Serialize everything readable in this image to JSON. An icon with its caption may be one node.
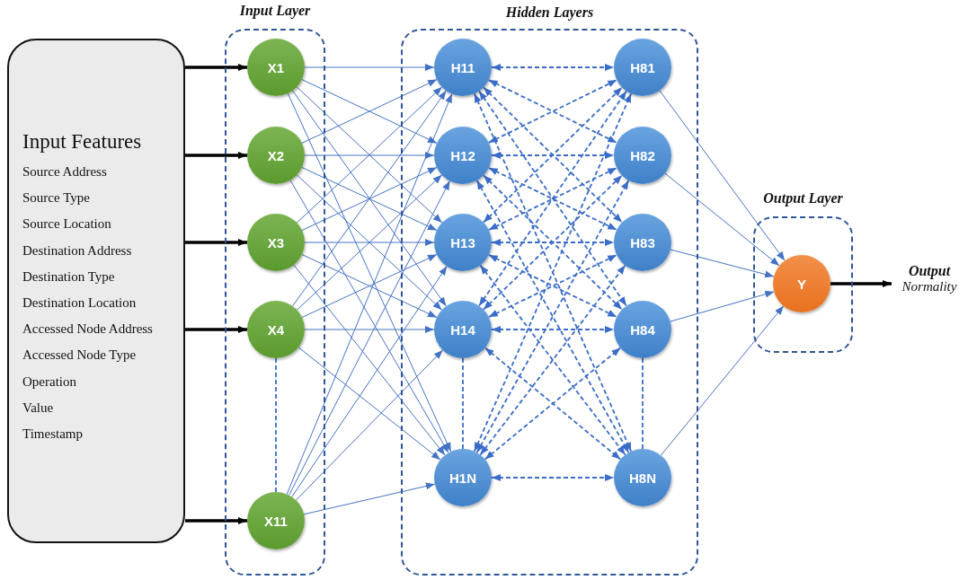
{
  "diagram": {
    "nodes": [
      {
        "text": [
          "Input Features",
          "Source Address",
          "Source Type",
          "Source Location",
          "Destination Address",
          "Destination Type",
          "Destination Location",
          "Accessed Node Address",
          "Accessed Node Type",
          "Operation",
          "Value",
          "Timestamp"
        ]
      },
      {
        "text": [
          "Input Layer"
        ]
      },
      {
        "text": [
          "X1"
        ],
        "in": 1
      },
      {
        "text": [
          "X2"
        ],
        "in": 1
      },
      {
        "text": [
          "X3"
        ],
        "in": 1
      },
      {
        "text": [
          "X4"
        ],
        "in": 1
      },
      {
        "text": [
          "X11"
        ],
        "in": 1
      },
      {
        "text": [
          "Hidden Layers"
        ]
      },
      {
        "text": [
          "H11"
        ],
        "in": 7
      },
      {
        "text": [
          "H12"
        ],
        "in": 7
      },
      {
        "text": [
          "H13"
        ],
        "in": 7
      },
      {
        "text": [
          "H14"
        ],
        "in": 7
      },
      {
        "text": [
          "H1N"
        ],
        "in": 7
      },
      {
        "text": [
          "H81"
        ],
        "in": 7
      },
      {
        "text": [
          "H82"
        ],
        "in": 7
      },
      {
        "text": [
          "H83"
        ],
        "in": 7
      },
      {
        "text": [
          "H84"
        ],
        "in": 7
      },
      {
        "text": [
          "H8N"
        ],
        "in": 7
      },
      {
        "text": [
          "Output Layer"
        ]
      },
      {
        "text": [
          "Y"
        ],
        "in": 18
      },
      {
        "text": [
          "Output",
          "Normality"
        ]
      }
    ],
    "edges": [
      {
        "from": 0,
        "to": 2,
        "arrow": "to",
        "style": "thick",
        "color": "#000000"
      },
      {
        "from": 0,
        "to": 3,
        "arrow": "to",
        "style": "thick",
        "color": "#000000"
      },
      {
        "from": 0,
        "to": 4,
        "arrow": "to",
        "style": "thick",
        "color": "#000000"
      },
      {
        "from": 0,
        "to": 5,
        "arrow": "to",
        "style": "thick",
        "color": "#000000"
      },
      {
        "from": 0,
        "to": 6,
        "arrow": "to",
        "style": "thick",
        "color": "#000000"
      },
      {
        "from": 5,
        "to": 6,
        "arrow": "none",
        "style": "dashed"
      },
      {
        "from": 2,
        "to": 8,
        "arrow": "to"
      },
      {
        "from": 2,
        "to": 9,
        "arrow": "to"
      },
      {
        "from": 2,
        "to": 10,
        "arrow": "to"
      },
      {
        "from": 2,
        "to": 11,
        "arrow": "to"
      },
      {
        "from": 2,
        "to": 12,
        "arrow": "to"
      },
      {
        "from": 3,
        "to": 8,
        "arrow": "to"
      },
      {
        "from": 3,
        "to": 9,
        "arrow": "to"
      },
      {
        "from": 3,
        "to": 10,
        "arrow": "to"
      },
      {
        "from": 3,
        "to": 11,
        "arrow": "to"
      },
      {
        "from": 3,
        "to": 12,
        "arrow": "to"
      },
      {
        "from": 4,
        "to": 8,
        "arrow": "to"
      },
      {
        "from": 4,
        "to": 9,
        "arrow": "to"
      },
      {
        "from": 4,
        "to": 10,
        "arrow": "to"
      },
      {
        "from": 4,
        "to": 11,
        "arrow": "to"
      },
      {
        "from": 4,
        "to": 12,
        "arrow": "to"
      },
      {
        "from": 5,
        "to": 8,
        "arrow": "to"
      },
      {
        "from": 5,
        "to": 9,
        "arrow": "to"
      },
      {
        "from": 5,
        "to": 10,
        "arrow": "to"
      },
      {
        "from": 5,
        "to": 11,
        "arrow": "to"
      },
      {
        "from": 5,
        "to": 12,
        "arrow": "to"
      },
      {
        "from": 6,
        "to": 8,
        "arrow": "to"
      },
      {
        "from": 6,
        "to": 9,
        "arrow": "to"
      },
      {
        "from": 6,
        "to": 10,
        "arrow": "to"
      },
      {
        "from": 6,
        "to": 11,
        "arrow": "to"
      },
      {
        "from": 6,
        "to": 12,
        "arrow": "to"
      },
      {
        "from": 11,
        "to": 12,
        "arrow": "none",
        "style": "dashed"
      },
      {
        "from": 8,
        "to": 13,
        "arrow": "both",
        "style": "dashed"
      },
      {
        "from": 8,
        "to": 14,
        "arrow": "both",
        "style": "dashed"
      },
      {
        "from": 8,
        "to": 15,
        "arrow": "both",
        "style": "dashed"
      },
      {
        "from": 8,
        "to": 16,
        "arrow": "both",
        "style": "dashed"
      },
      {
        "from": 8,
        "to": 17,
        "arrow": "both",
        "style": "dashed"
      },
      {
        "from": 9,
        "to": 13,
        "arrow": "both",
        "style": "dashed"
      },
      {
        "from": 9,
        "to": 14,
        "arrow": "both",
        "style": "dashed"
      },
      {
        "from": 9,
        "to": 15,
        "arrow": "both",
        "style": "dashed"
      },
      {
        "from": 9,
        "to": 16,
        "arrow": "both",
        "style": "dashed"
      },
      {
        "from": 9,
        "to": 17,
        "arrow": "both",
        "style": "dashed"
      },
      {
        "from": 10,
        "to": 13,
        "arrow": "both",
        "style": "dashed"
      },
      {
        "from": 10,
        "to": 14,
        "arrow": "both",
        "style": "dashed"
      },
      {
        "from": 10,
        "to": 15,
        "arrow": "both",
        "style": "dashed"
      },
      {
        "from": 10,
        "to": 16,
        "arrow": "both",
        "style": "dashed"
      },
      {
        "from": 10,
        "to": 17,
        "arrow": "both",
        "style": "dashed"
      },
      {
        "from": 11,
        "to": 13,
        "arrow": "both",
        "style": "dashed"
      },
      {
        "from": 11,
        "to": 14,
        "arrow": "both",
        "style": "dashed"
      },
      {
        "from": 11,
        "to": 15,
        "arrow": "both",
        "style": "dashed"
      },
      {
        "from": 11,
        "to": 16,
        "arrow": "both",
        "style": "dashed"
      },
      {
        "from": 11,
        "to": 17,
        "arrow": "both",
        "style": "dashed"
      },
      {
        "from": 12,
        "to": 13,
        "arrow": "both",
        "style": "dashed"
      },
      {
        "from": 12,
        "to": 14,
        "arrow": "both",
        "style": "dashed"
      },
      {
        "from": 12,
        "to": 15,
        "arrow": "both",
        "style": "dashed"
      },
      {
        "from": 12,
        "to": 16,
        "arrow": "both",
        "style": "dashed"
      },
      {
        "from": 12,
        "to": 17,
        "arrow": "both",
        "style": "dashed"
      },
      {
        "from": 16,
        "to": 17,
        "arrow": "none",
        "style": "dashed"
      },
      {
        "from": 13,
        "to": 19,
        "arrow": "to"
      },
      {
        "from": 14,
        "to": 19,
        "arrow": "to"
      },
      {
        "from": 15,
        "to": 19,
        "arrow": "to"
      },
      {
        "from": 16,
        "to": 19,
        "arrow": "to"
      },
      {
        "from": 17,
        "to": 19,
        "arrow": "to"
      },
      {
        "from": 19,
        "to": 20,
        "arrow": "to",
        "style": "thick",
        "color": "#000000"
      }
    ]
  }
}
